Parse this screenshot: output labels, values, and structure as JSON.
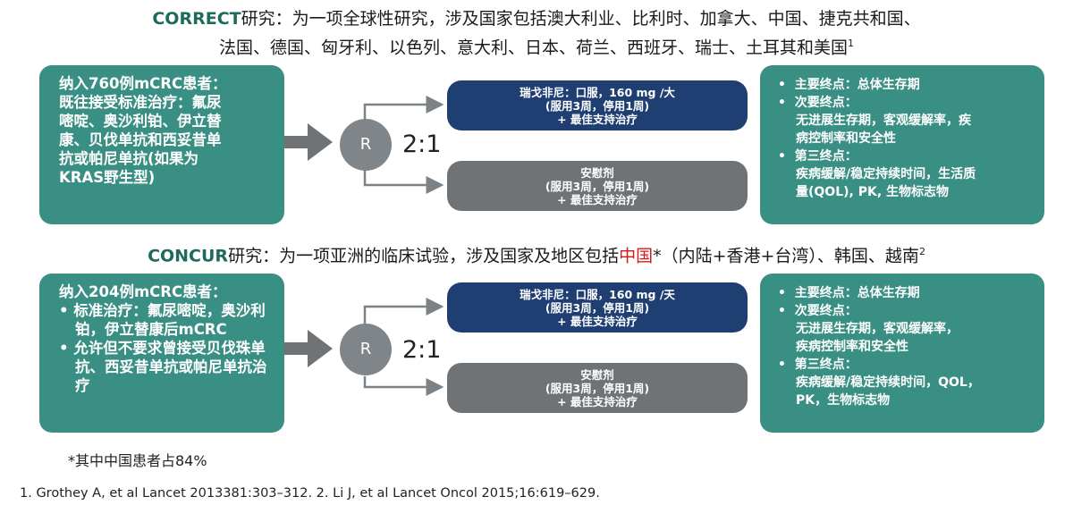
{
  "study1": {
    "title_name": "CORRECT",
    "title_rest_1": "研究：为一项全球性研究，涉及国家包括澳大利业、比利时、加拿大、中国、捷克共和国、",
    "title_rest_2": "法国、德国、匈牙利、以色列、意大利、日本、荷兰、西班牙、瑞士、土耳其和美国",
    "title_sup": "1",
    "inclusion": {
      "lines": [
        "纳入760例mCRC患者：",
        "既往接受标准治疗：氟尿",
        "嘧啶、奥沙利铂、伊立替",
        "康、贝伐单抗和西妥昔单",
        "抗或帕尼单抗(如果为",
        "KRAS野生型)"
      ]
    },
    "randomization": "R",
    "ratio": "2:1",
    "arm_treatment": [
      "瑞戈非尼：口服，160 mg /大",
      "(服用3周，停用1周)",
      "+ 最佳支持治疗"
    ],
    "arm_placebo": [
      "安慰剂",
      "(服用3周，停用1周)",
      "+ 最佳支持治疗"
    ],
    "endpoints": {
      "primary": "主要终点：总体生存期",
      "secondary_label": "次要终点：",
      "secondary_detail": [
        "无进展生存期，客观缓解率，疾",
        "病控制率和安全性"
      ],
      "tertiary_label": "第三终点：",
      "tertiary_detail": [
        "疾病缓解/稳定持续时间，生活质",
        "量(QOL), PK, 生物标志物"
      ]
    }
  },
  "study2": {
    "title_name": "CONCUR",
    "title_rest_a": "研究：为一项亚洲的临床试验，涉及国家及地区包括",
    "title_highlight": "中国",
    "title_rest_b": "*（内陆+香港+台湾）、韩国、越南",
    "title_sup": "2",
    "inclusion": {
      "heading": "纳入204例mCRC患者：",
      "bullets": [
        "• 标准治疗：氟尿嘧啶，奥沙利铂，伊立替康后mCRC",
        "• 允许但不要求曾接受贝伐珠单抗、西妥昔单抗或帕尼单抗治疗"
      ]
    },
    "randomization": "R",
    "ratio": "2:1",
    "arm_treatment": [
      "瑞戈非尼：口服，160 mg /天",
      "(服用3周，停用1周)",
      "+ 最佳支持治疗"
    ],
    "arm_placebo": [
      "安慰剂",
      "(服用3周，停用1周)",
      "+ 最佳支持治疗"
    ],
    "endpoints": {
      "primary": "主要终点：总体生存期",
      "secondary_label": "次要终点：",
      "secondary_detail": [
        "无进展生存期，客观缓解率，",
        "疾病控制率和安全性"
      ],
      "tertiary_label": "第三终点：",
      "tertiary_detail": [
        "疾病缓解/稳定持续时间，QOL，",
        "PK，生物标志物"
      ]
    }
  },
  "footnote": "*其中中国患者占84%",
  "references": "1. Grothey A, et al Lancet 2013381:303–312. 2. Li J, et al Lancet Oncol 2015;16:619–629.",
  "colors": {
    "study_name": "#1f6a5d",
    "green_box": "#3a8f84",
    "blue_arm": "#1f3f73",
    "gray_arm": "#6f7376",
    "highlight": "#d11a1a"
  }
}
